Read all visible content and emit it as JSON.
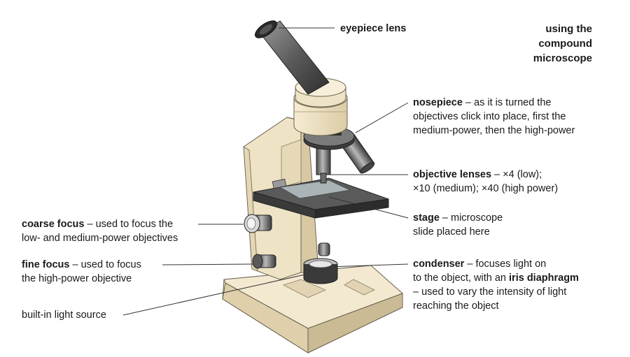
{
  "title": [
    "using the",
    "compound",
    "microscope"
  ],
  "labels": {
    "eyepiece": {
      "term": "eyepiece lens"
    },
    "nosepiece": {
      "term": "nosepiece",
      "desc": [
        " – as it is turned the",
        "objectives click into place, first the",
        "medium-power, then the high-power"
      ]
    },
    "objective": {
      "term": "objective lenses",
      "desc": [
        " – ×4 (low);",
        "×10 (medium); ×40 (high power)"
      ]
    },
    "stage": {
      "term": "stage",
      "desc": [
        " – microscope",
        "slide placed here"
      ]
    },
    "condenser": {
      "term": "condenser",
      "desc1": " – focuses light on",
      "desc2": "to the object, with an ",
      "term2": "iris diaphragm",
      "desc3": "– used to vary the intensity of light",
      "desc4": "reaching the object"
    },
    "coarse": {
      "term": "coarse focus",
      "desc": [
        " – used to focus the",
        "low- and medium-power objectives"
      ]
    },
    "fine": {
      "term": "fine focus",
      "desc": [
        " – used to focus",
        "the high-power objective"
      ]
    },
    "light": {
      "text": "built-in light source"
    }
  },
  "colors": {
    "body": "#efe3c6",
    "body_shade": "#d8c9a5",
    "metal_dark": "#3a3a3a",
    "metal_mid": "#8a8a8a",
    "stage": "#4a4a4a"
  }
}
